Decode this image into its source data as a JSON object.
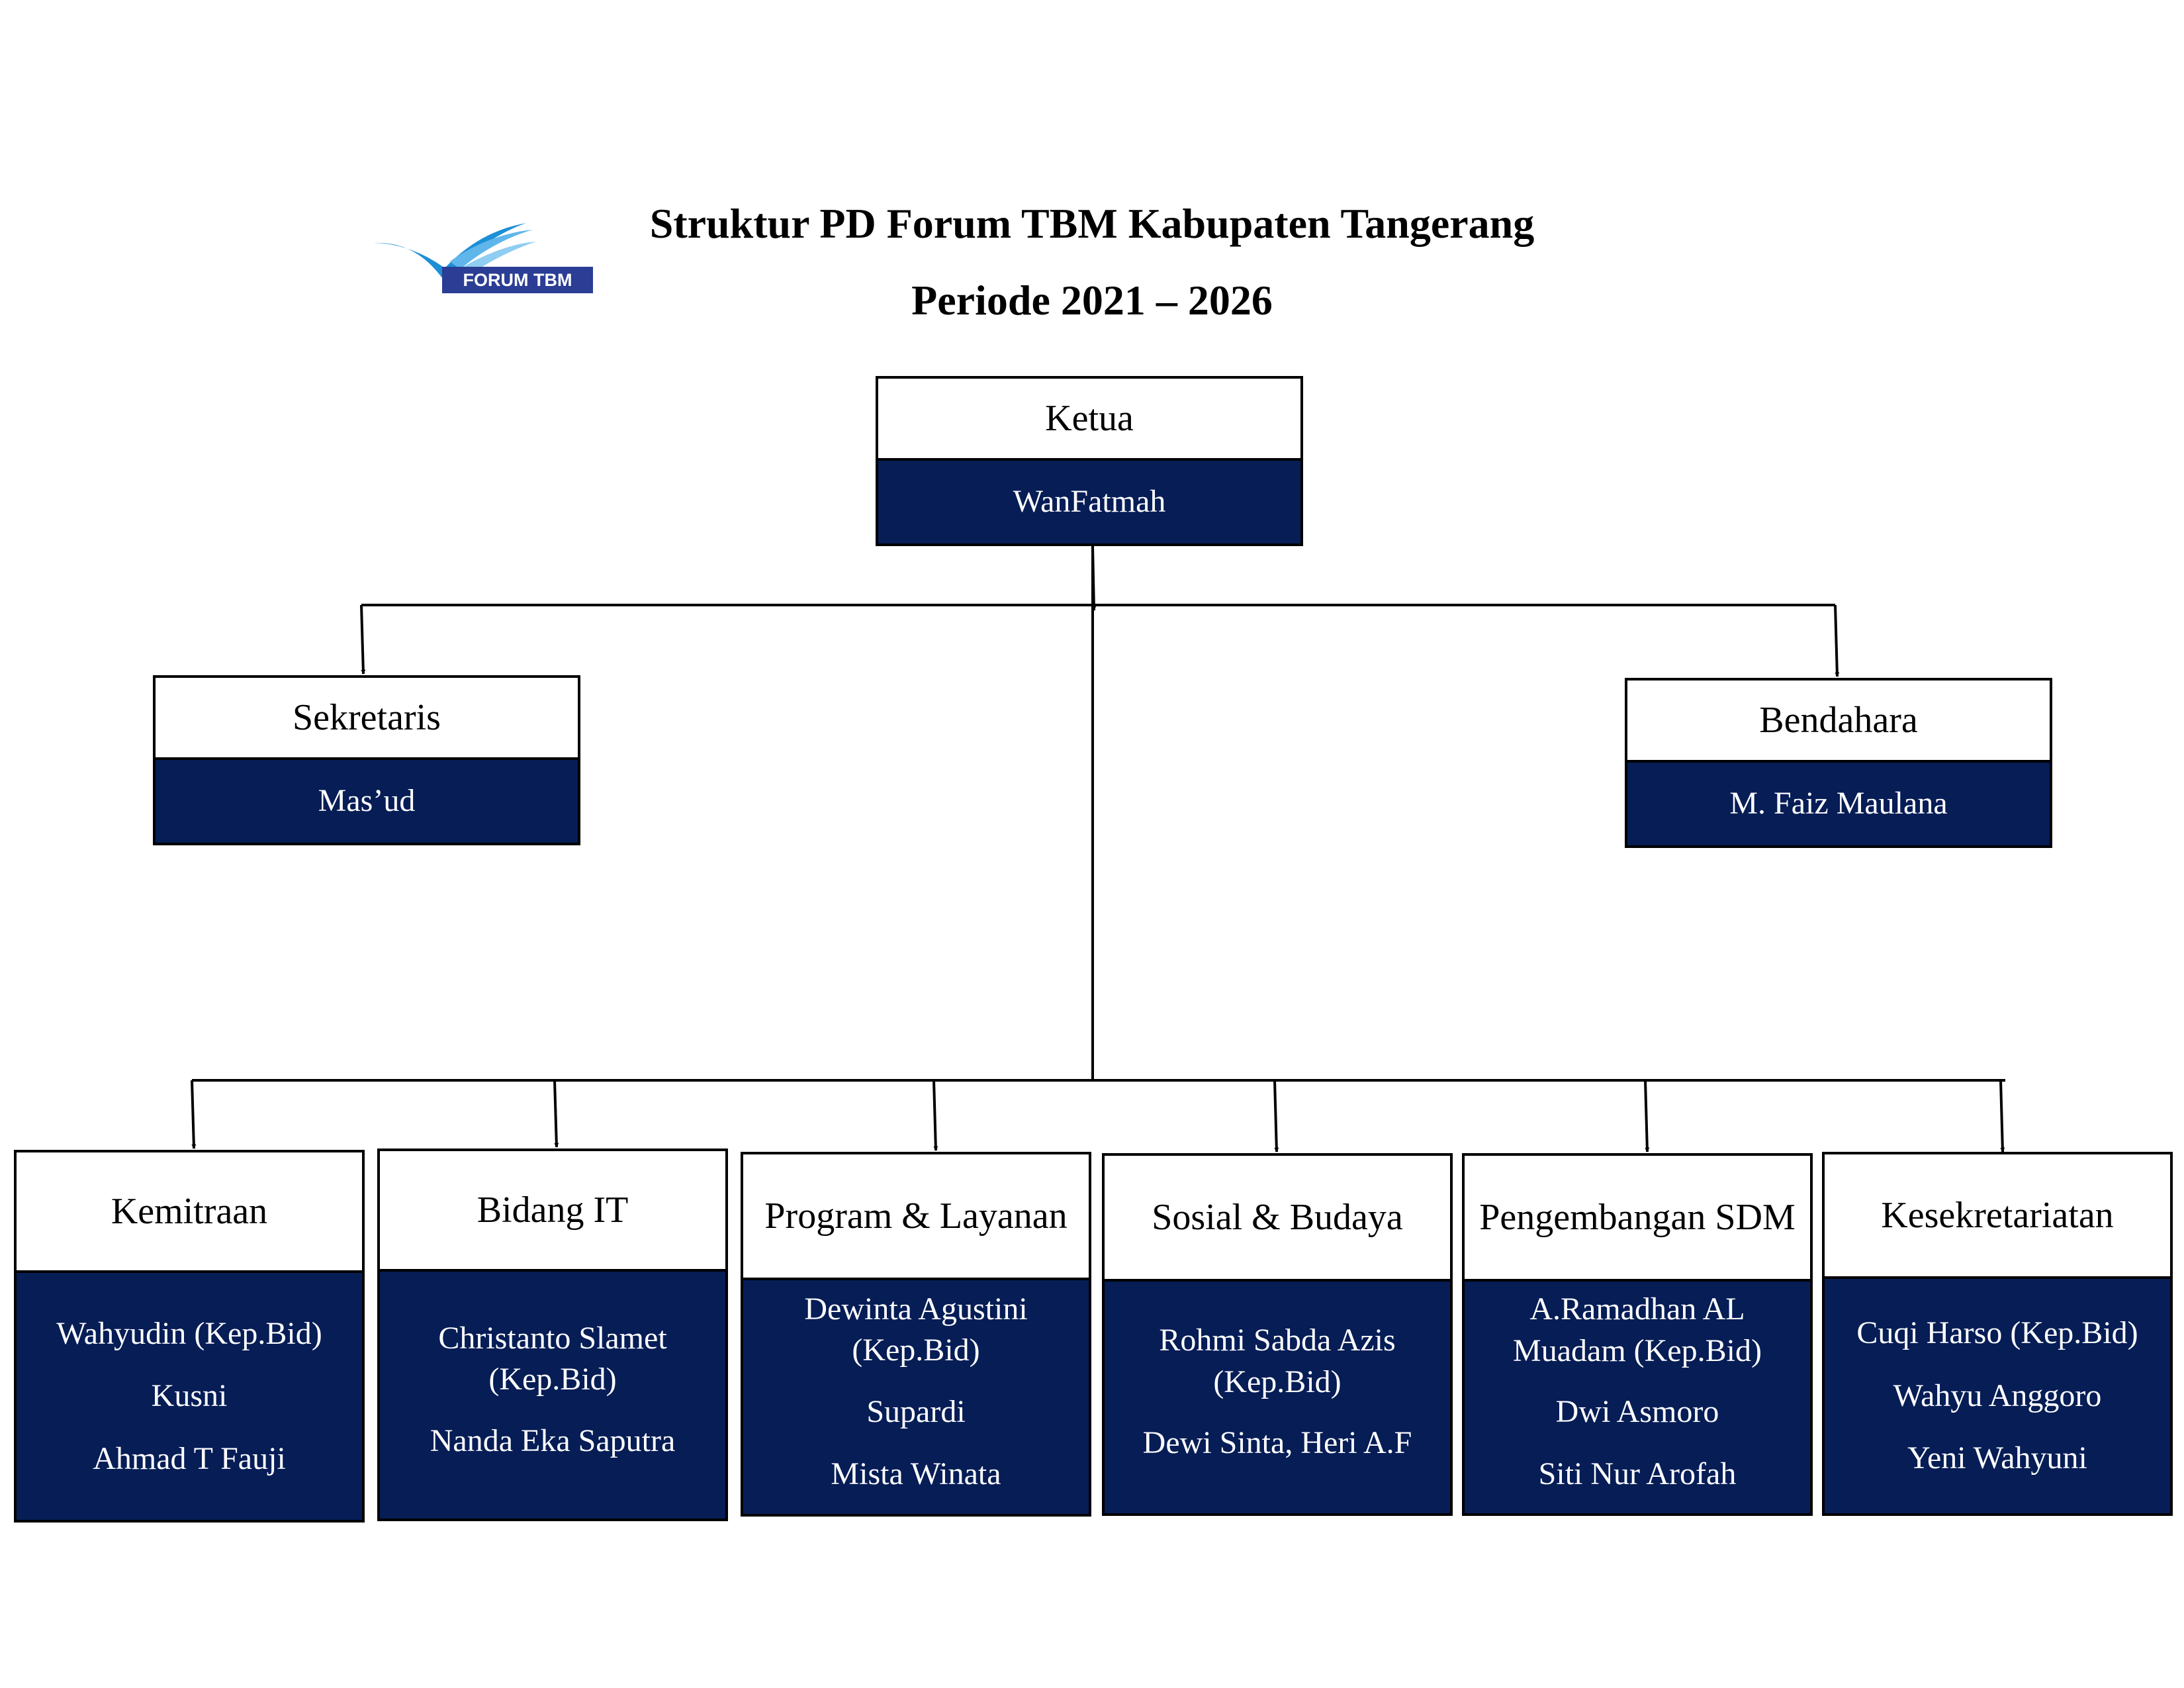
{
  "header": {
    "title": "Struktur PD Forum TBM Kabupaten Tangerang",
    "subtitle": "Periode 2021 – 2026",
    "logo_text": "FORUM TBM"
  },
  "colors": {
    "body_fill": "#061d56",
    "logo_blue": "#1c8fd6",
    "logo_banner": "#2b3d94"
  },
  "top": [
    {
      "role": "Ketua",
      "members": [
        "WanFatmah"
      ]
    },
    {
      "role": "Sekretaris",
      "members": [
        "Mas’ud"
      ]
    },
    {
      "role": "Bendahara",
      "members": [
        "M. Faiz Maulana"
      ]
    }
  ],
  "divisions": [
    {
      "role": "Kemitraan",
      "members": [
        "Wahyudin (Kep.Bid)",
        "Kusni",
        "Ahmad T Fauji"
      ]
    },
    {
      "role": "Bidang IT",
      "members": [
        "Christanto Slamet (Kep.Bid)",
        "Nanda Eka Saputra"
      ]
    },
    {
      "role": "Program & Layanan",
      "members": [
        "Dewinta Agustini (Kep.Bid)",
        "Supardi",
        "Mista Winata"
      ]
    },
    {
      "role": "Sosial & Budaya",
      "members": [
        "Rohmi Sabda Azis (Kep.Bid)",
        "Dewi Sinta, Heri A.F"
      ]
    },
    {
      "role": "Pengembangan SDM",
      "members": [
        "A.Ramadhan AL Muadam (Kep.Bid)",
        "Dwi Asmoro",
        "Siti Nur Arofah"
      ]
    },
    {
      "role": "Kesekretariatan",
      "members": [
        "Cuqi Harso (Kep.Bid)",
        "Wahyu Anggoro",
        "Yeni Wahyuni"
      ]
    }
  ]
}
